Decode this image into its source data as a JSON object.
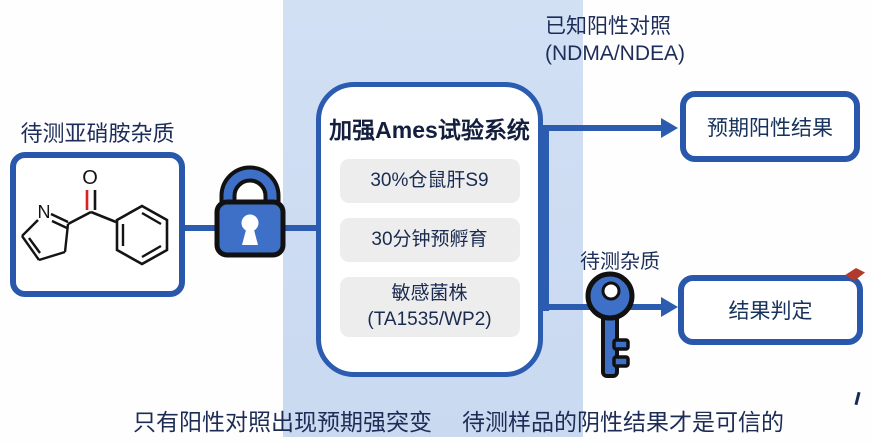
{
  "colors": {
    "accent_blue": "#2b5cb0",
    "icon_blue": "#3f70c8",
    "band_blue": "#cddcf2",
    "text_dark": "#1d2d59",
    "subbox_gray": "#ededed",
    "bond_red": "#e01f1f",
    "artifact_red": "#b23a2c"
  },
  "left_panel": {
    "label": "待测亚硝胺杂质",
    "molecule": {
      "o_label": "O",
      "n_label": "N",
      "description": "phenyl pyrrolyl ketone structure"
    }
  },
  "icons": {
    "lock": "padlock-icon",
    "key": "key-icon"
  },
  "center_panel": {
    "title": "加强Ames试验系统",
    "items": {
      "item1": "30%仓鼠肝S9",
      "item2": "30分钟预孵育",
      "item3": "敏感菌株\n(TA1535/WP2)"
    }
  },
  "positive_branch": {
    "label_line1": "已知阳性对照",
    "label_line2": "(NDMA/NDEA)",
    "result": "预期阳性结果"
  },
  "test_branch": {
    "label": "待测杂质",
    "result": "结果判定"
  },
  "bottom_note": {
    "left": "只有阳性对照出现预期强突变",
    "right": "待测样品的阴性结果才是可信的"
  }
}
